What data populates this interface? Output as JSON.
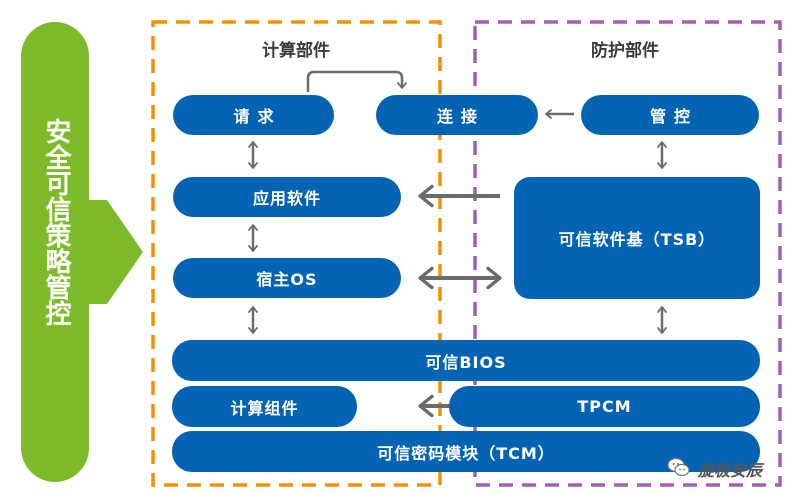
{
  "colors": {
    "node_fill": "#0563b3",
    "node_text": "#ffffff",
    "compute_border": "#f39200",
    "protect_border": "#a161b0",
    "arrow": "#6b6b6b",
    "policy_arrow": "#7dbb2a",
    "title_text": "#3b3b3b"
  },
  "policy_arrow": {
    "label": "安全可信策略管控"
  },
  "sections": {
    "compute": {
      "title": "计算部件"
    },
    "protect": {
      "title": "防护部件"
    }
  },
  "nodes": {
    "request": "请求",
    "connect": "连接",
    "control": "管控",
    "app_software": "应用软件",
    "tsb": "可信软件基（TSB）",
    "host_os": "宿主OS",
    "trusted_bios": "可信BIOS",
    "compute_component": "计算组件",
    "tpcm": "TPCM",
    "tcm": "可信密码模块（TCM）"
  },
  "watermark": {
    "icon": "wechat-icon",
    "text": "旋极安辰"
  }
}
